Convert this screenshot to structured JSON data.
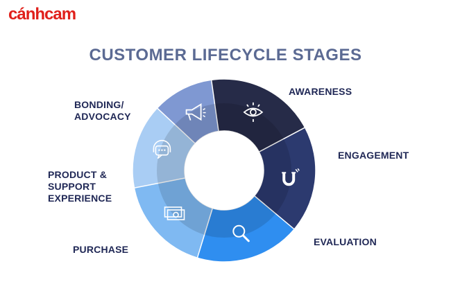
{
  "brand": {
    "logo_text": "cánhcam",
    "color": "#e0201b"
  },
  "title": "CUSTOMER LIFECYCLE STAGES",
  "stages": [
    {
      "label": "AWARENESS",
      "icon": "eye-icon",
      "color": "#262b48"
    },
    {
      "label": "ENGAGEMENT",
      "icon": "magnet-icon",
      "color": "#2c3a6f"
    },
    {
      "label": "EVALUATION",
      "icon": "magnifier-icon",
      "color": "#2f8ef0"
    },
    {
      "label": "PURCHASE",
      "icon": "money-icon",
      "color": "#7fb9f2"
    },
    {
      "label": "PRODUCT &\nSUPPORT\nEXPERIENCE",
      "icon": "headset-chat-icon",
      "color": "#a9cdf4"
    },
    {
      "label": "BONDING/\nADVOCACY",
      "icon": "megaphone-icon",
      "color": "#7f98d2"
    }
  ],
  "colors": {
    "title": "#5b6a93",
    "labels": "#1f2755",
    "icons": "#ffffff"
  }
}
